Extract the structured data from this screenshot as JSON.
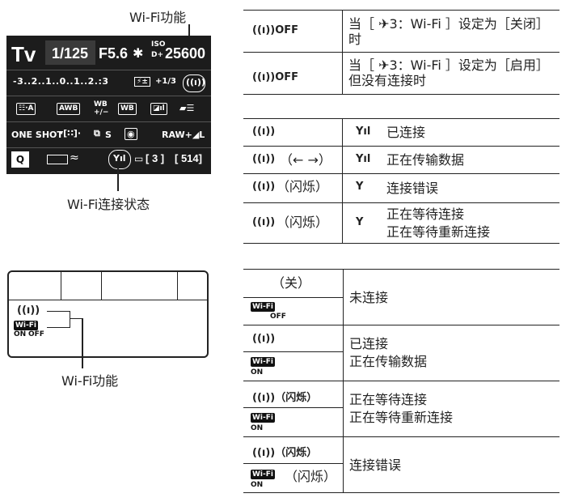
{
  "callouts": {
    "wifi_function_top": "Wi-Fi功能",
    "wifi_status": "Wi-Fi连接状态",
    "wifi_function_bottom": "Wi-Fi功能"
  },
  "lcd": {
    "mode": "Tv",
    "shutter": "1/125",
    "aperture": "F5.6",
    "iso_top": "ISO",
    "iso_sub": "D+",
    "iso_value": "25600",
    "exposure_scale": "-3..2..1..0..1..2.:3",
    "flash_comp": "+1/3",
    "wifi_icon": "((ı))",
    "row3": [
      "A",
      "AWB",
      "WB",
      "",
      "",
      ""
    ],
    "af_mode": "ONE SHOT",
    "drive": "S",
    "quality": "RAW+◢L",
    "q_button": "Q",
    "shots_bracket": "[ 3 ]",
    "shots": "[ 514]"
  },
  "top_table": {
    "rows": [
      {
        "icon": "((ı))OFF",
        "text": "当［ ✈3：Wi-Fi ］设定为［关闭］时"
      },
      {
        "icon": "((ı))OFF",
        "text": "当［ ✈3：Wi-Fi ］设定为［启用］但没有连接时"
      }
    ]
  },
  "status_table": {
    "rows": [
      {
        "icon": "((ı))",
        "extra": "",
        "signal": "Yıl",
        "text": [
          "已连接"
        ]
      },
      {
        "icon": "((ı))",
        "extra": "（← →）",
        "signal": "Yıl",
        "text": [
          "正在传输数据"
        ]
      },
      {
        "icon": "((ı))",
        "extra": "（闪烁）",
        "signal": "Y",
        "text": [
          "连接错误"
        ]
      },
      {
        "icon": "((ı))",
        "extra": "（闪烁）",
        "signal": "Y",
        "text": [
          "正在等待连接",
          "正在等待重新连接"
        ]
      }
    ]
  },
  "panel": {
    "wifi_icon": "((ı))",
    "wifi_box": "Wi-Fi",
    "on": "ON",
    "off": "OFF"
  },
  "bottom_table": {
    "rows": [
      {
        "top": "（关）",
        "box": "Wi-Fi",
        "box_sub": "OFF",
        "box_extra": "",
        "text": [
          "未连接"
        ]
      },
      {
        "top": "((ı))",
        "box": "Wi-Fi",
        "box_sub": "ON",
        "box_extra": "",
        "text": [
          "已连接",
          "正在传输数据"
        ]
      },
      {
        "top": "((ı))（闪烁）",
        "box": "Wi-Fi",
        "box_sub": "ON",
        "box_extra": "",
        "text": [
          "正在等待连接",
          "正在等待重新连接"
        ]
      },
      {
        "top": "((ı))（闪烁）",
        "box": "Wi-Fi",
        "box_sub": "ON",
        "box_extra": "（闪烁）",
        "text": [
          "连接错误"
        ]
      }
    ]
  }
}
